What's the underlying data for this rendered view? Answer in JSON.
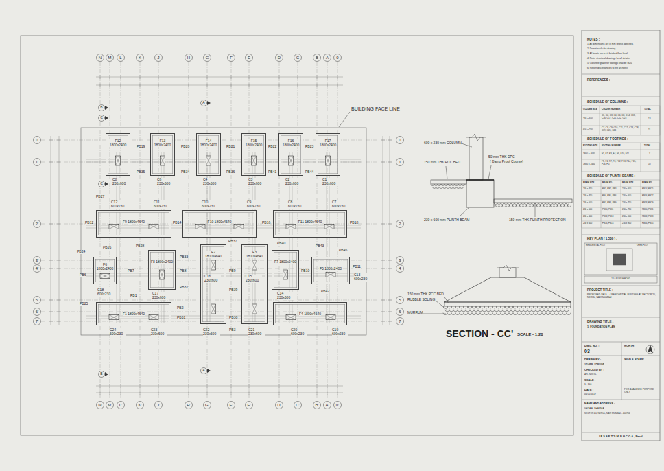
{
  "diagram": {
    "nodes": [
      {
        "text": [
          "F12 1800x2400"
        ]
      },
      {
        "text": [
          "F13 1800x2400"
        ]
      },
      {
        "text": [
          "F14 1800x2400"
        ]
      },
      {
        "text": [
          "F15 1800x2400"
        ]
      },
      {
        "text": [
          "F16 1800x2400"
        ]
      },
      {
        "text": [
          "F17 1800x2400"
        ]
      },
      {
        "text": [
          "F9 1800x4640"
        ]
      },
      {
        "text": [
          "F10 1800x4640"
        ]
      },
      {
        "text": [
          "F11 1800x4640"
        ]
      },
      {
        "text": [
          "F6 1800x2400"
        ]
      },
      {
        "text": [
          "F8 1800x2400"
        ]
      },
      {
        "text": [
          "F2 1800x4640"
        ]
      },
      {
        "text": [
          "F3 1800x4640"
        ]
      },
      {
        "text": [
          "F7 1800x2400"
        ]
      },
      {
        "text": [
          "F5 1800x2400"
        ]
      },
      {
        "text": [
          "F1 1800x4640"
        ]
      },
      {
        "text": [
          "F4 1800x4640"
        ]
      }
    ],
    "labels": [
      "N",
      "M",
      "L",
      "K",
      "J",
      "H",
      "G",
      "F",
      "E",
      "D",
      "C",
      "B",
      "A",
      "0",
      "N'",
      "M'",
      "L'",
      "K'",
      "J'",
      "H'",
      "G'",
      "F'",
      "E'",
      "D'",
      "C'",
      "B'",
      "A'",
      "0'",
      "0",
      "1'",
      "2'",
      "3'",
      "4'",
      "5'",
      "6'",
      "7'",
      "0",
      "1",
      "2",
      "3",
      "4",
      "5",
      "6",
      "7",
      "B",
      "C",
      "C",
      "B",
      "A",
      "A",
      "BUILDING FACE LINE",
      "C8 230x600",
      "C6 230x600",
      "C4 230x600",
      "C3 230x600",
      "C2 230x600",
      "C1 230x600",
      "C12 600x230",
      "C11 600x230",
      "C10 600x230",
      "C9 600x230",
      "C8 600x230",
      "C7 600x230",
      "C16 230x600",
      "C15 230x600",
      "C18 600x230",
      "C17 230x600",
      "C14 230x600",
      "C13 600x230",
      "C24 600x230",
      "C23 230x600",
      "C22 230x600",
      "C21 230x600",
      "C20 600x230",
      "C19 600x230",
      "PB19",
      "PB20",
      "PB21",
      "PB22",
      "PB23",
      "PB35",
      "PB34",
      "PB36",
      "PB41",
      "PB44",
      "PB27",
      "PB12",
      "PB14",
      "PB16",
      "PB18",
      "PB37",
      "PB40",
      "PB24",
      "PB26",
      "PB28",
      "PB43",
      "PB45",
      "PB33",
      "PB7",
      "PB8",
      "PB9",
      "PB10",
      "PB6",
      "PB11",
      "PB32",
      "PB39",
      "PB42",
      "PB25",
      "PB1",
      "PB2",
      "PB31",
      "PB30",
      "PB3",
      "600 x 230 mm COLUMN",
      "150 mm THK PCC BED",
      "50 mm THK DPC",
      "( Damp Proof Course)",
      "230 x 600 mm PLINTH BEAM",
      "150 mm THK PLINTH PROTECTION",
      "150 mm THK PCC BED",
      "RUBBLE SOLING",
      "MURRUM",
      "SECTION - CC'",
      "SCALE - 1:20",
      "NOTES :",
      "1. All dimensions are in mm unless specified.",
      "2. Do not scale the drawing.",
      "3. All levels are w.r.t. finished floor level.",
      "4. Refer structural drawings for all details.",
      "5. Concrete grade for footings shall be M20.",
      "6. Report discrepancies to the architect.",
      "REFERENCES :",
      "SCHEDULE OF COLUMNS :",
      "COLUMN SIZE",
      "COLUMN NUMBER",
      "TOTAL",
      "230 x 600",
      "C1, C2, C3, C4, C6, C8, C14, C15, C16, C17, C21, C22, C23",
      "13",
      "600 x 230",
      "C7, C8, C9, C10, C11, C12, C13, C18, C19, C20, C24",
      "11",
      "SCHEDULE OF FOOTINGS :",
      "FOOTING SIZE",
      "FOOTING NUMBER",
      "TOTAL",
      "1800 x 4640",
      "F1, F2, F3, F4, F9, F10, F11",
      "7",
      "1800 x 2400",
      "F5, F6, F7, F8, F12, F13, F14, F15, F16, F17",
      "10",
      "SCHEDULE OF PLINTH BEAMS :",
      "BEAM SIZE",
      "BEAM NO.",
      "BEAM SIZE",
      "BEAM NO.",
      "230 x 450",
      "PB1, PB2, PB3",
      "230 x 600",
      "PB24, PB25",
      "230 x 450",
      "PB4, PB5, PB6",
      "230 x 600",
      "PB26, PB27",
      "230 x 500",
      "PB7, PB8, PB9",
      "230 x 750",
      "PB28, PB29",
      "230 x 500",
      "PB10, PB11",
      "230 x 750",
      "PB30, PB31",
      "230 x 600",
      "PB12, PB13",
      "230 x 900",
      "PB32, PB33",
      "230 x 600",
      "PB14, PB15",
      "230 x 900",
      "PB34, PB35",
      "KEY PLAN ( 1:500 ) :",
      "RESIDENTIAL PLOT",
      "OPEN PLOT",
      "18.0 M WIDE ROAD",
      "PROJECT TITLE :",
      "PROPOSED SELF + 4 RESIDENTIAL BUILDING AT SECTOR 20, NERUL, NAVI MUMBAI",
      "DRAWING TITLE :",
      "1. FOUNDATION PLAN",
      "DWG. NO. :",
      "03",
      "NORTH",
      "DRAWN BY :",
      "VEDA A. SHARMA",
      "SIGN & STAMP",
      "CHECKED BY :",
      "AR. NIKHIL",
      "SCALE :",
      "1 : 100",
      "DATE :",
      "06/11/2019",
      "FOR ACADEMIC PURPOSE ONLY",
      "NAME AND ADDRESS :",
      "VEDA A. SHARMA",
      "SECTOR 20, NERUL, NAVI MUMBAI - 400706",
      "I.E.S.S.E.T.'S M. B.H.C.O.A., Nerul"
    ]
  }
}
